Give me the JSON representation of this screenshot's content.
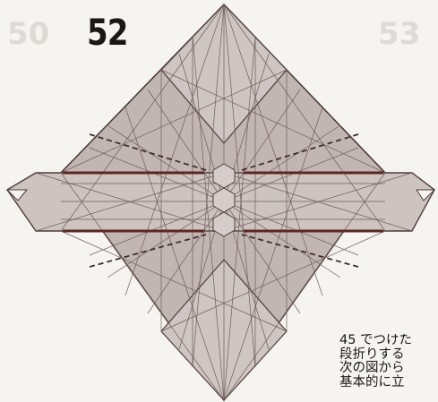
{
  "step": {
    "number": "52"
  },
  "ghost": {
    "left": "50",
    "right": "53"
  },
  "caption": {
    "lines": [
      "45 でつけた",
      "段折りする",
      "次の図から",
      "基本的に立"
    ]
  },
  "colors": {
    "paper": "#c2b6b2",
    "paper_light": "#d1c8c5",
    "line": "#5a4a48",
    "fold": "#6b2a26",
    "background": "#f6f4f1"
  }
}
